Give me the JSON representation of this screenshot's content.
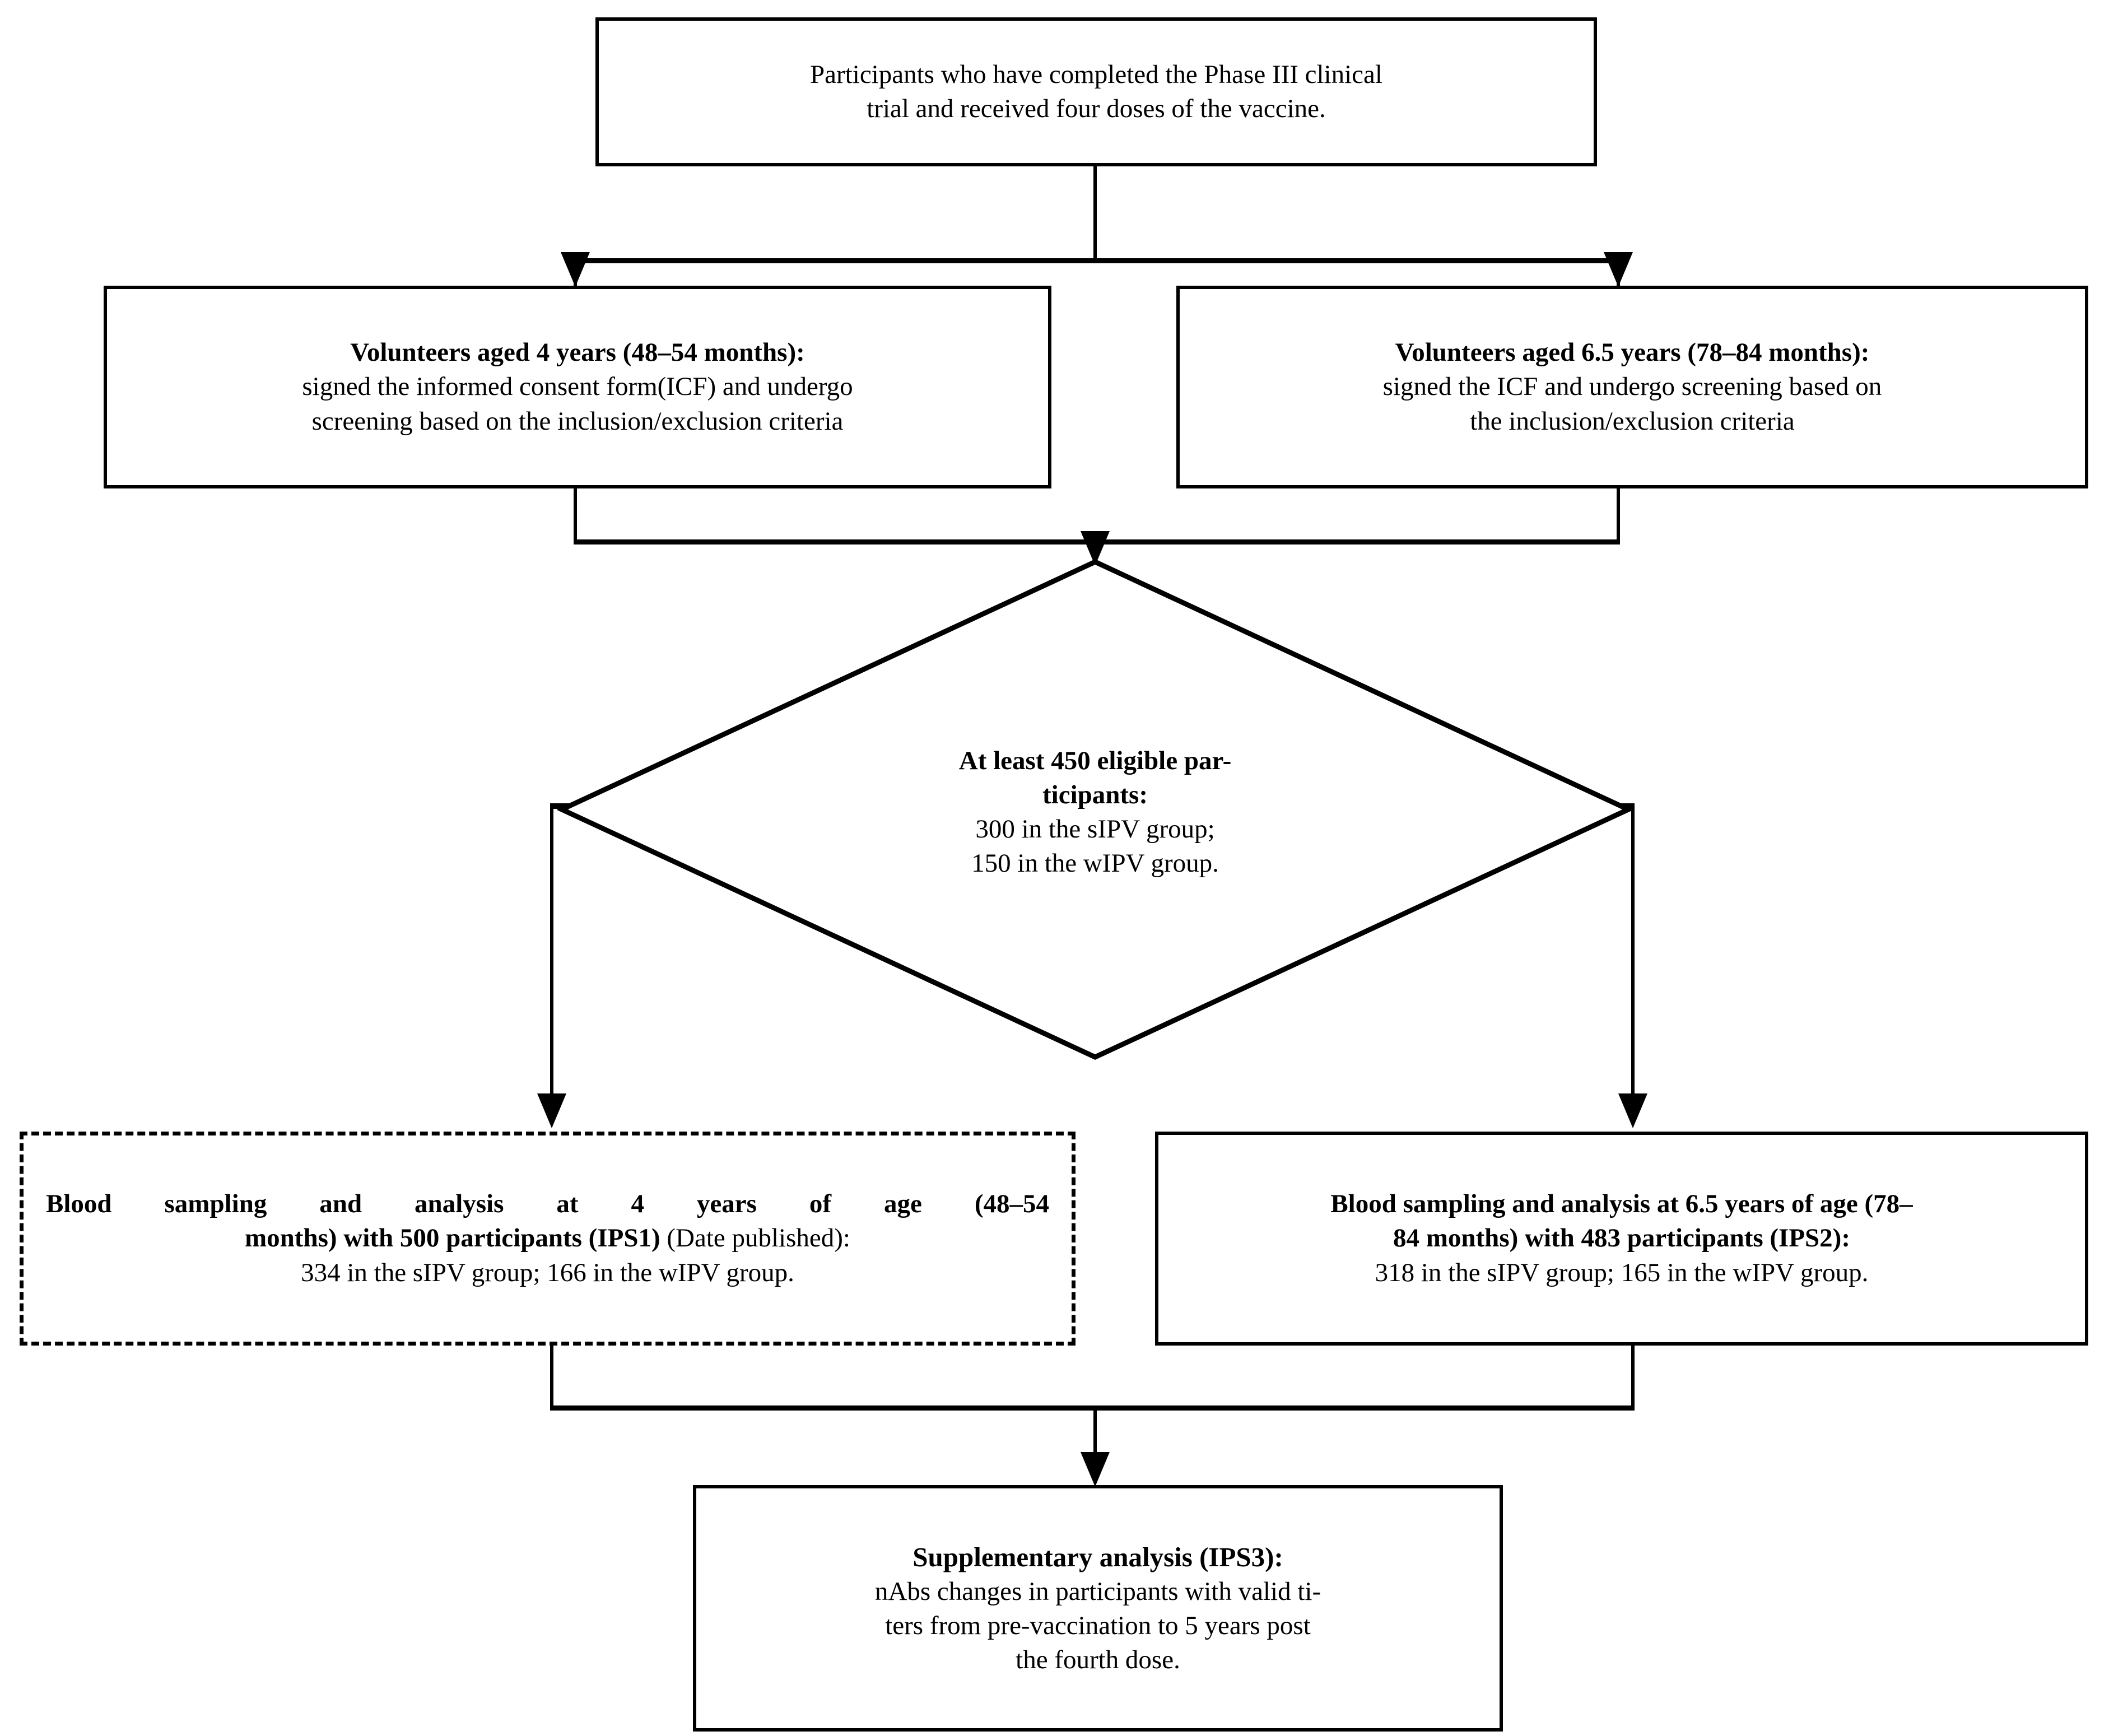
{
  "diagram": {
    "title": "Study flow chart of participants across IPS1, IPS2 and IPS3 analyses",
    "type": "flowchart",
    "colors": {
      "stroke": "#000000",
      "background": "#ffffff",
      "text": "#000000"
    },
    "nodes": [
      {
        "id": "source",
        "shape": "rectangle",
        "border": "solid",
        "lines": [
          {
            "text": "Participants who have completed the Phase III clinical",
            "bold": false
          },
          {
            "text": "trial and received four doses of the vaccine.",
            "bold": false
          }
        ]
      },
      {
        "id": "volunteers-4y",
        "shape": "rectangle",
        "border": "solid",
        "lines": [
          {
            "text": "Volunteers aged 4 years (48–54 months):",
            "bold": true
          },
          {
            "text": "signed the informed consent form(ICF) and undergo",
            "bold": false
          },
          {
            "text": "screening based on the inclusion/exclusion criteria",
            "bold": false
          }
        ]
      },
      {
        "id": "volunteers-65y",
        "shape": "rectangle",
        "border": "solid",
        "lines": [
          {
            "text": "Volunteers aged 6.5 years (78–84 months):",
            "bold": true
          },
          {
            "text": "signed the ICF and undergo screening based on",
            "bold": false
          },
          {
            "text": "the inclusion/exclusion criteria",
            "bold": false
          }
        ]
      },
      {
        "id": "eligible",
        "shape": "diamond",
        "border": "solid",
        "lines": [
          {
            "text": "At least 450 eligible par-",
            "bold": true
          },
          {
            "text": "ticipants:",
            "bold": true
          },
          {
            "text": "300 in the sIPV group;",
            "bold": false
          },
          {
            "text": "150 in the wIPV group.",
            "bold": false
          }
        ]
      },
      {
        "id": "ips1",
        "shape": "rectangle",
        "border": "dotted",
        "lines": [
          {
            "text": "Blood sampling and analysis at 4 years of age (48–54",
            "bold": true
          },
          {
            "text": "months) with 500 participants (IPS1)",
            "bold": true,
            "suffix": " (Date published):",
            "suffix_bold": false
          },
          {
            "text": "334 in the sIPV group; 166 in the wIPV group.",
            "bold": false
          }
        ]
      },
      {
        "id": "ips2",
        "shape": "rectangle",
        "border": "solid",
        "lines": [
          {
            "text": "Blood sampling and analysis at 6.5 years of age (78–",
            "bold": true
          },
          {
            "text": "84 months) with 483 participants (IPS2):",
            "bold": true
          },
          {
            "text": "318 in the sIPV group; 165 in the wIPV group.",
            "bold": false
          }
        ]
      },
      {
        "id": "ips3",
        "shape": "rectangle",
        "border": "solid",
        "lines": [
          {
            "text": "Supplementary analysis (IPS3):",
            "bold": true
          },
          {
            "text": "nAbs changes in participants with valid ti-",
            "bold": false
          },
          {
            "text": "ters from pre-vaccination to 5 years post",
            "bold": false
          },
          {
            "text": "the fourth dose.",
            "bold": false
          }
        ]
      }
    ],
    "edges": [
      {
        "from": "source",
        "to": "volunteers-4y",
        "style": "elbow-split",
        "arrow": "down"
      },
      {
        "from": "source",
        "to": "volunteers-65y",
        "style": "elbow-split",
        "arrow": "down"
      },
      {
        "from": "volunteers-4y",
        "to": "eligible",
        "style": "elbow-merge",
        "arrow": "down"
      },
      {
        "from": "volunteers-65y",
        "to": "eligible",
        "style": "elbow-merge",
        "arrow": "down"
      },
      {
        "from": "eligible",
        "to": "ips1",
        "style": "elbow-split",
        "arrow": "down"
      },
      {
        "from": "eligible",
        "to": "ips2",
        "style": "elbow-split",
        "arrow": "down"
      },
      {
        "from": "ips1",
        "to": "ips3",
        "style": "elbow-merge",
        "arrow": "down"
      },
      {
        "from": "ips2",
        "to": "ips3",
        "style": "elbow-merge",
        "arrow": "down"
      }
    ]
  },
  "source": {
    "line1": "Participants who have completed the Phase III clinical",
    "line2": "trial and received four doses of the vaccine."
  },
  "volunteers4y": {
    "heading": "Volunteers aged 4 years (48–54 months):",
    "line1": "signed the informed consent form(ICF) and undergo",
    "line2": "screening based on the inclusion/exclusion criteria"
  },
  "volunteers65y": {
    "heading": "Volunteers aged 6.5 years (78–84 months):",
    "line1": "signed the ICF and undergo screening based on",
    "line2": "the inclusion/exclusion criteria"
  },
  "eligible": {
    "heading1": "At least 450 eligible par-",
    "heading2": "ticipants:",
    "line1": "300 in the sIPV group;",
    "line2": "150 in the wIPV group."
  },
  "ips1": {
    "heading1": "Blood sampling and analysis at 4 years of age (48–54",
    "heading2": "months) with 500 participants (IPS1)",
    "heading2_note": " (Date published):",
    "line1": "334 in the sIPV group; 166 in the wIPV group."
  },
  "ips2": {
    "heading1": "Blood sampling and analysis at 6.5 years of age (78–",
    "heading2": "84 months) with 483 participants (IPS2):",
    "line1": "318 in the sIPV group; 165 in the wIPV group."
  },
  "ips3": {
    "heading": "Supplementary analysis (IPS3):",
    "line1": "nAbs changes in participants with valid ti-",
    "line2": "ters from pre-vaccination to 5 years post",
    "line3": "the fourth dose."
  }
}
